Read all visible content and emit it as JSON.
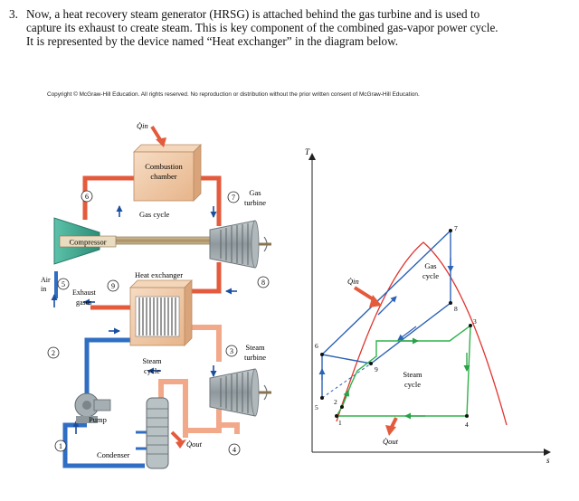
{
  "problem": {
    "number": "3.",
    "lines": [
      "Now, a heat recovery steam generator (HRSG) is attached behind the gas turbine and is used to",
      "capture its exhaust to create steam. This is key component of the combined gas-vapor power cycle.",
      "It is represented by the device named “Heat exchanger” in the diagram below."
    ]
  },
  "copyright": "Copyright © McGraw-Hill Education. All rights reserved. No reproduction or distribution without the prior written consent of McGraw-Hill Education.",
  "schematic": {
    "q_in": "Q̇in",
    "combustion_chamber": [
      "Combustion",
      "chamber"
    ],
    "gas_cycle": "Gas cycle",
    "gas_turbine": [
      "Gas",
      "turbine"
    ],
    "compressor": "Compressor",
    "air_in": [
      "Air",
      "in"
    ],
    "exhaust_gases": [
      "Exhaust",
      "gases"
    ],
    "heat_exchanger": "Heat exchanger",
    "steam_cycle": [
      "Steam",
      "cycle"
    ],
    "steam_turbine": [
      "Steam",
      "turbine"
    ],
    "pump": "Pump",
    "condenser": "Condenser",
    "q_out": "Q̇out",
    "state_numbers": [
      "1",
      "2",
      "3",
      "4",
      "5",
      "6",
      "7",
      "8",
      "9"
    ]
  },
  "ts_diagram": {
    "axis_t": "T",
    "axis_s": "s",
    "q_in": "Q̇in",
    "q_out": "Q̇out",
    "gas_cycle": [
      "Gas",
      "cycle"
    ],
    "steam_cycle": [
      "Steam",
      "cycle"
    ],
    "points": [
      "1",
      "2",
      "3",
      "4",
      "5",
      "6",
      "7",
      "8",
      "9"
    ]
  },
  "colors": {
    "gas_path": "#e45a3c",
    "steam_hot": "#f2a98a",
    "water_path": "#2f6ec2",
    "component_box": "#efc49e",
    "compressor_green": "#3fae96",
    "turbine_gray": "#9aa3a7",
    "dome_curve": "#e0332e",
    "steam_line": "#2fb24a",
    "gas_line": "#2d63b5"
  }
}
